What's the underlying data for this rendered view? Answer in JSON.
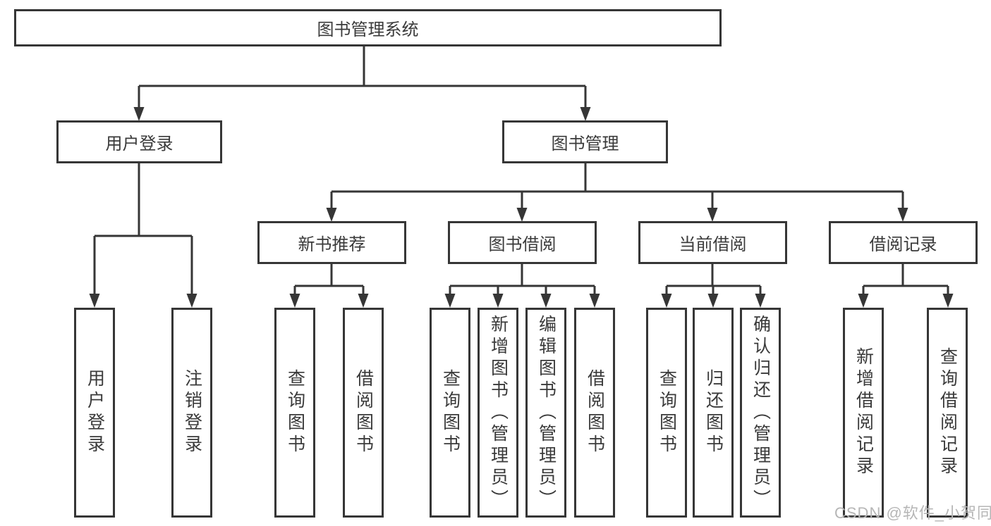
{
  "diagram": {
    "root": {
      "label": "图书管理系统"
    },
    "level2": [
      {
        "label": "用户登录"
      },
      {
        "label": "图书管理"
      }
    ],
    "level3": [
      {
        "label": "新书推荐"
      },
      {
        "label": "图书借阅"
      },
      {
        "label": "当前借阅"
      },
      {
        "label": "借阅记录"
      }
    ],
    "leaves": {
      "user_login": [
        "用户登录",
        "注销登录"
      ],
      "new_books": [
        "查询图书",
        "借阅图书"
      ],
      "book_borrow": [
        "查询图书",
        "新增图书（管理员）",
        "编辑图书（管理员）",
        "借阅图书"
      ],
      "current_borrow": [
        "查询图书",
        "归还图书",
        "确认归还（管理员）"
      ],
      "borrow_records": [
        "新增借阅记录",
        "查询借阅记录"
      ]
    }
  },
  "watermark": {
    "text": "CSDN @软件_小贺同学"
  },
  "colors": {
    "line": "#363636",
    "text": "#3a3a3a",
    "watermark": "#b6b6b6",
    "background": "#ffffff"
  }
}
